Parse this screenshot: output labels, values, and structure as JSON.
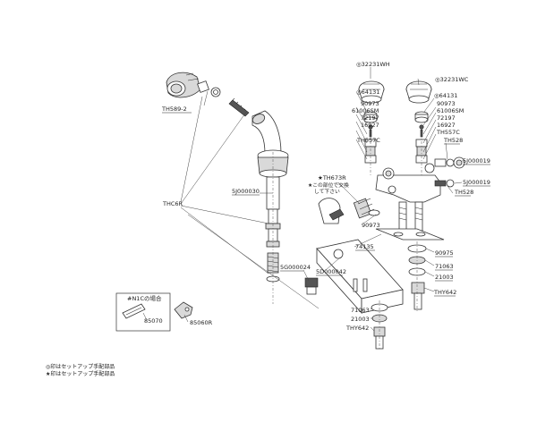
{
  "labels": {
    "p32231wh": "◎32231WH",
    "p32231wc": "◎32231WC",
    "p64131_l": "◎64131",
    "p64131_r": "◎64131",
    "p90973_l": "90973",
    "p90973_r": "90973",
    "p61006sm_l": "61006SM",
    "p61006sm_r": "61006SM",
    "p72197_l": "72197",
    "p72197_r": "72197",
    "p16927_l": "16927",
    "p16927_r": "16927",
    "th557c_l": "TH557C",
    "th557c_r": "TH557C",
    "th528_top": "TH528",
    "p5j000019_a": "5J000019",
    "p5j000019_b": "5J000019",
    "th528_bot": "TH528",
    "th589_2": "TH589-2",
    "th673r": "★TH673R",
    "note_replace": "★この部位で交換",
    "note_replace2": "して下さい",
    "p5j000030": "5J000030",
    "thc6r": "THC6R",
    "p90973_mid": "90973",
    "p74135": "74135",
    "p90975": "90975",
    "p71063_r": "71063",
    "p21003_r": "21003",
    "thy642_r": "THY642",
    "p5g000024": "5G000024",
    "p5d000042": "5D000042",
    "p71063_b": "71063",
    "p21003_b": "21003",
    "thy642_b": "THY642",
    "n1c_case": "#N1Cの場合",
    "p85070": "85070",
    "p85060r": "85060R"
  },
  "footnotes": {
    "line1": "◎印はセットアップ手配部品",
    "line2": "★印はセットアップ手配部品"
  }
}
